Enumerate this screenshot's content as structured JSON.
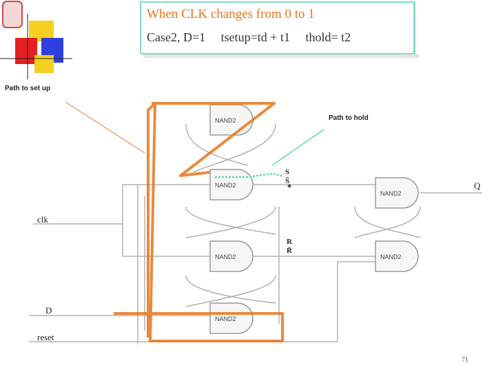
{
  "title": {
    "line1": "When CLK  changes from 0 to 1",
    "case": "Case2, D=1",
    "tsetup": "tsetup=td + t1",
    "thold": "thold= t2"
  },
  "labels": {
    "path_setup": "Path to set up",
    "path_hold": "Path to  hold",
    "clk": "clk",
    "d": "D",
    "reset": "reset",
    "q": "Q",
    "s": "S",
    "r": "R",
    "sbar": "S̄",
    "rbar": "R̄"
  },
  "gates": [
    "NAND2",
    "NAND2",
    "NAND2",
    "NAND2",
    "NAND2",
    "NAND2"
  ],
  "colors": {
    "path_setup": "#e8751a",
    "path_hold": "#5fd6b8",
    "wire": "#b0b0b0",
    "gate_outline": "#9a9a9a"
  },
  "page_number": "71"
}
